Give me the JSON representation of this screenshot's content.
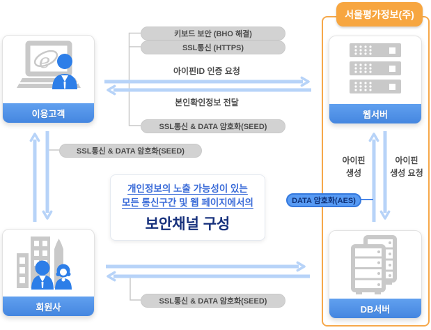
{
  "title_badge": "서울평가정보(주)",
  "entities": {
    "user": {
      "label": "이용고객"
    },
    "member": {
      "label": "회원사"
    },
    "web": {
      "label": "웹서버"
    },
    "db": {
      "label": "DB서버"
    }
  },
  "connections": {
    "user_web": {
      "pill_keyboard": "키보드 보안 (BHO 해결)",
      "pill_ssl": "SSL통신 (HTTPS)",
      "request": "아이핀ID 인증 요청",
      "response": "본인확인정보 전달",
      "pill_seed": "SSL통신 & DATA 암호화(SEED)"
    },
    "user_member": {
      "pill_seed": "SSL통신 & DATA 암호화(SEED)"
    },
    "member_db": {
      "pill_seed": "SSL통신 & DATA 암호화(SEED)"
    },
    "web_db": {
      "up": {
        "line1": "아이핀",
        "line2": "생성"
      },
      "down": {
        "line1": "아이핀",
        "line2": "생성 요청"
      },
      "aes": "DATA 암호화(AES)"
    }
  },
  "message": {
    "line1": "개인정보의 노출 가능성이 있는",
    "line2": "모든 통신구간 및 웹 페이지에서의",
    "line3": "보안채널 구성"
  },
  "colors": {
    "bar_blue": "#4e92ea",
    "arrow_blue": "#b7d3f8",
    "icon_blue": "#2d7ee8",
    "icon_gray": "#c9c9c9",
    "pill_gray": "#d2d2d2",
    "label_gray": "#4a4a4a",
    "orange": "#f7a640",
    "message_blue": "#3a6bd8",
    "message_navy": "#16307c",
    "aes_fill": "#579af3",
    "aes_border": "#3579de"
  }
}
